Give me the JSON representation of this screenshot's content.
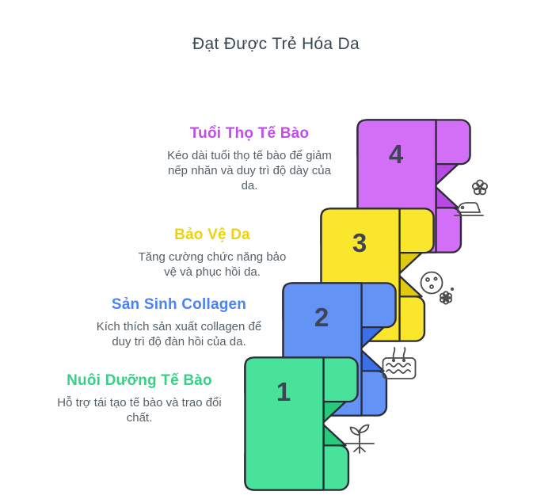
{
  "title": "Đạt Được Trẻ Hóa Da",
  "steps": [
    {
      "number": "1",
      "heading": "Nuôi Dưỡng Tế Bào",
      "description": "Hỗ trợ tái tạo tế bào và trao đổi chất.",
      "color": "#49e29b",
      "fold_color": "#27c97d",
      "heading_color": "#38cf87",
      "icon": "plant-roots-icon"
    },
    {
      "number": "2",
      "heading": "Sản Sinh Collagen",
      "description": "Kích thích sản xuất collagen để duy trì độ đàn hồi của da.",
      "color": "#6293f5",
      "fold_color": "#3c70ea",
      "heading_color": "#4d82f3",
      "icon": "skin-layers-icon"
    },
    {
      "number": "3",
      "heading": "Bảo Vệ Da",
      "description": "Tăng cường chức năng bảo vệ và phục hồi da.",
      "color": "#fbe62e",
      "fold_color": "#e0c913",
      "heading_color": "#eed20c",
      "icon": "clean-skin-icon"
    },
    {
      "number": "4",
      "heading": "Tuổi Thọ Tế Bào",
      "description": "Kéo dài tuổi thọ tế bào để giảm nếp nhăn và duy trì độ dày của da.",
      "color": "#d36ef7",
      "fold_color": "#b74ae3",
      "heading_color": "#c14ded",
      "icon": "flower-care-icon"
    }
  ],
  "palette": {
    "outline": "#2d2d38",
    "number": "#3f4356",
    "body_text": "#566069",
    "title": "#37474f",
    "icon": "#4b4b4b",
    "background": "#ffffff"
  }
}
